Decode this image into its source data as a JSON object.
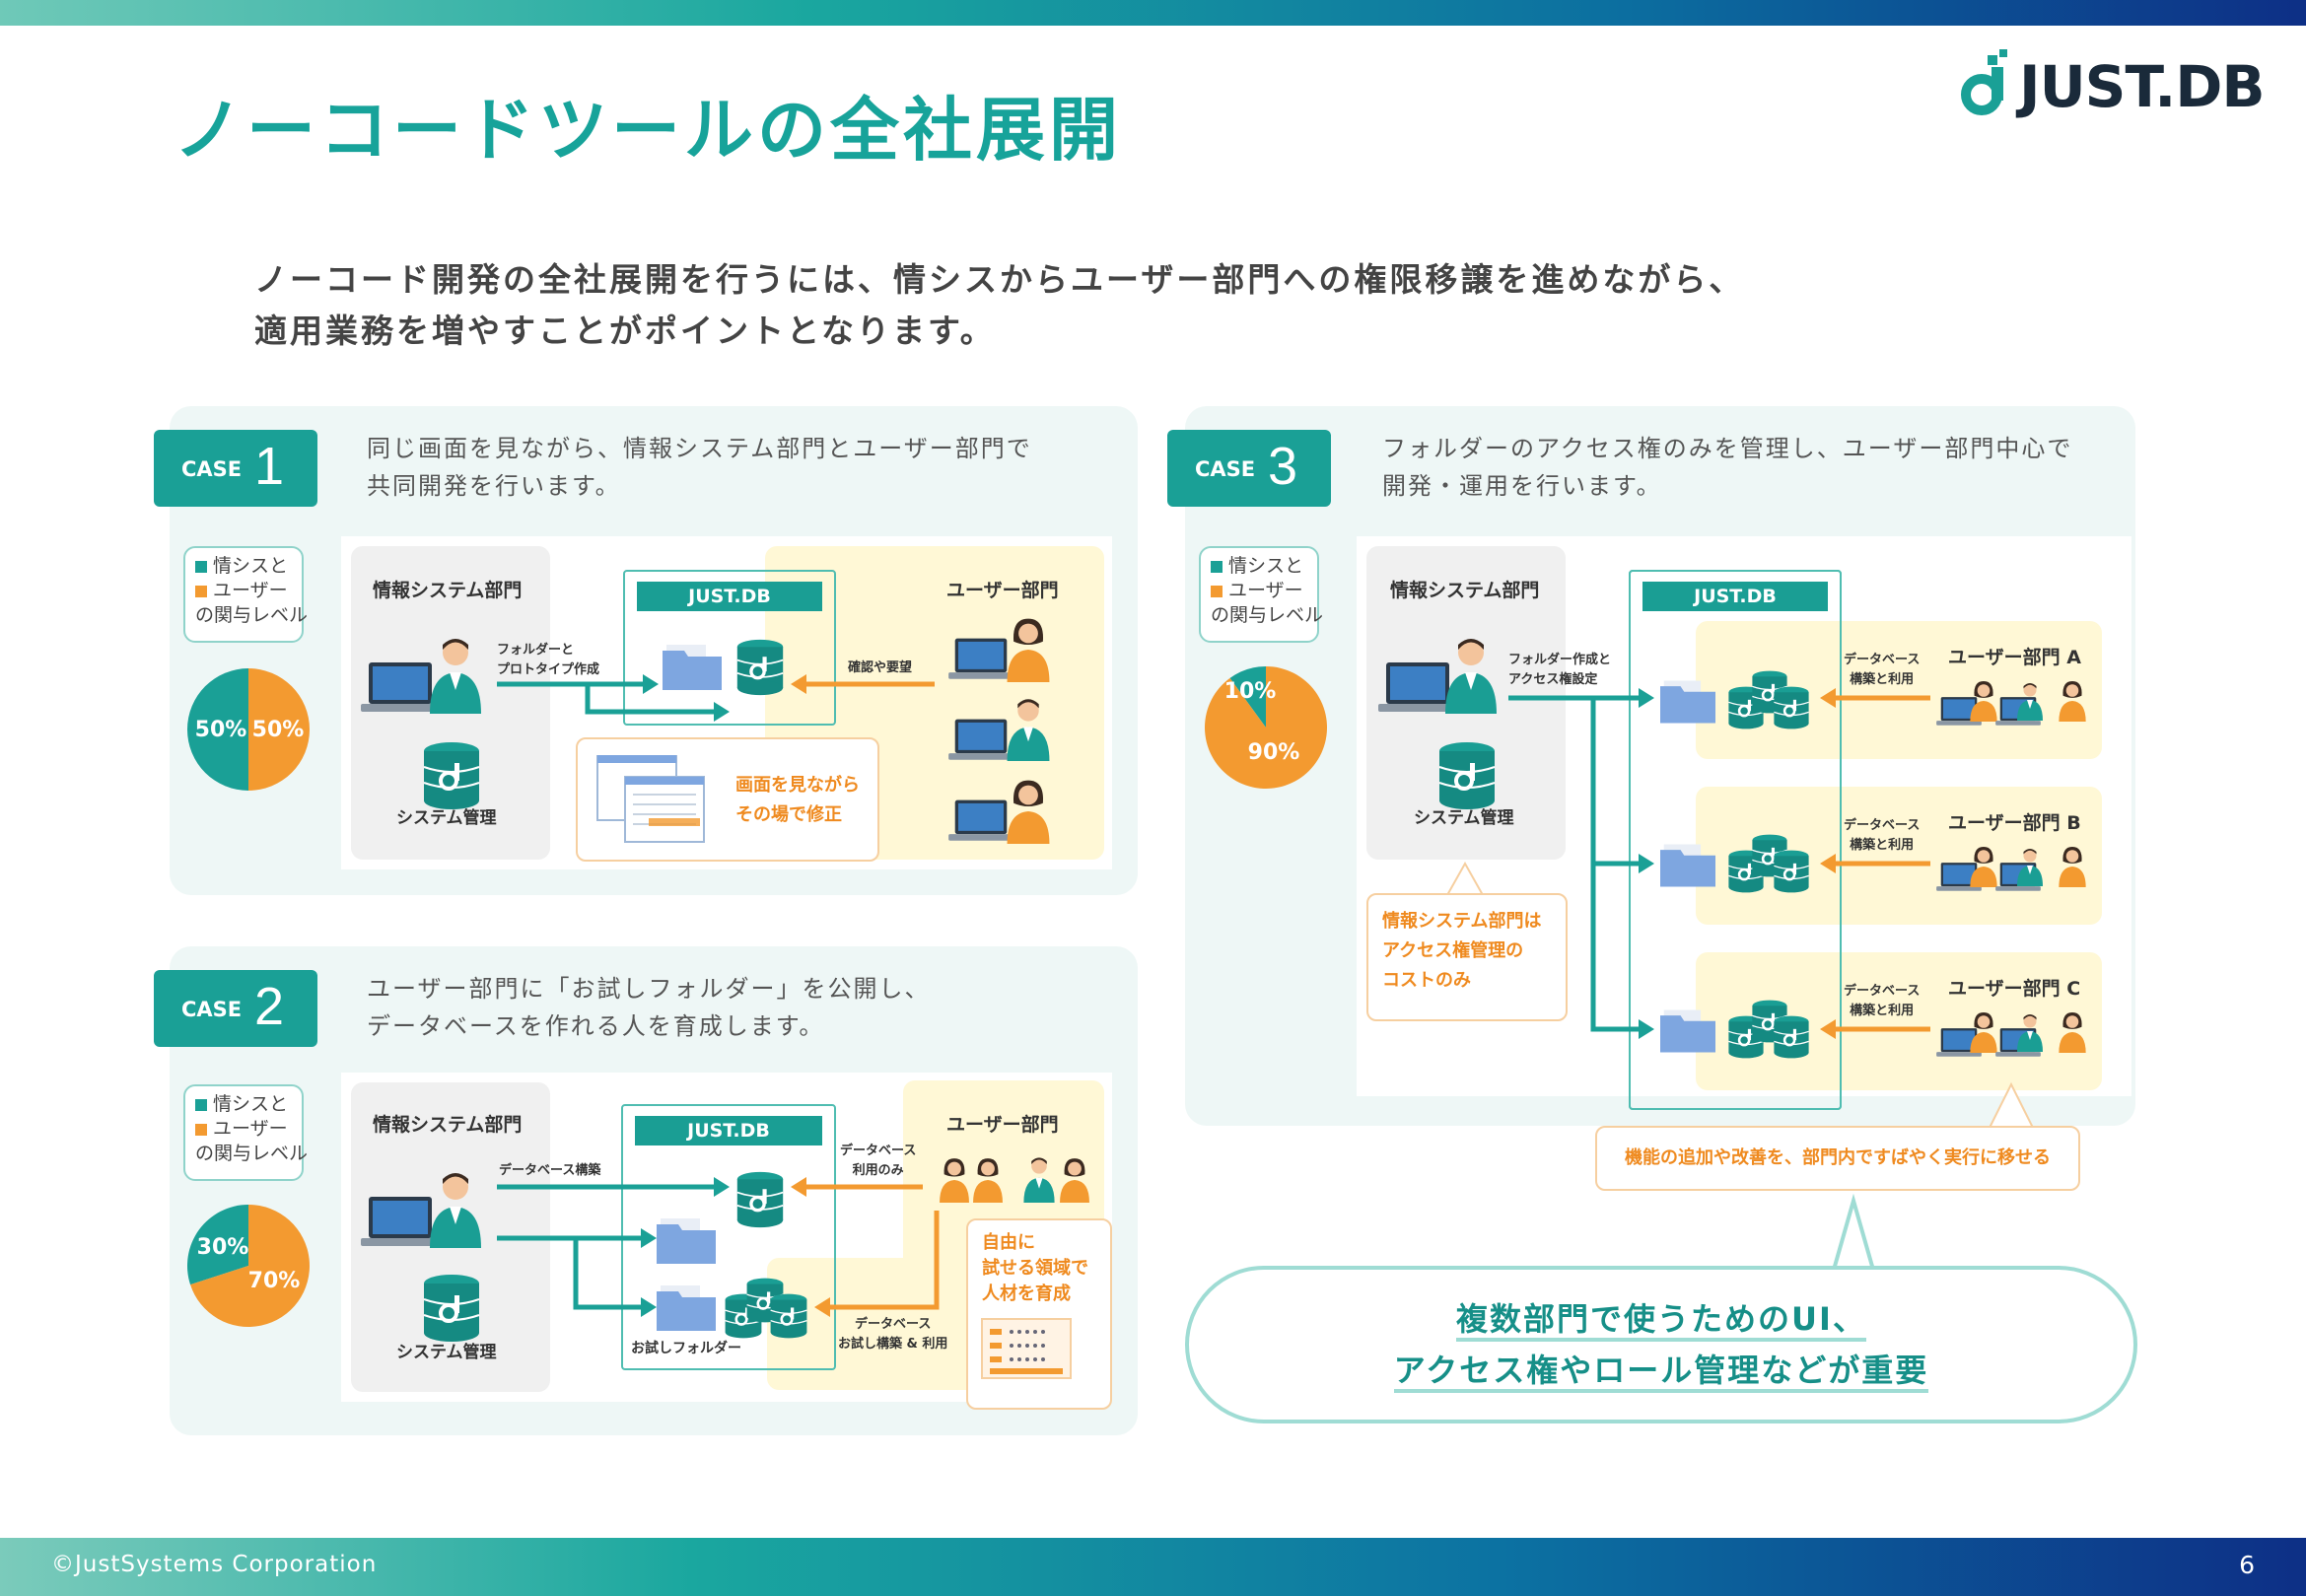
{
  "title": "ノーコードツールの全社展開",
  "logo": {
    "text": "JUST.DB"
  },
  "intro": [
    "ノーコード開発の全社展開を行うには、情シスからユーザー部門への権限移譲を進めながら、",
    "適用業務を増やすことがポイントとなります。"
  ],
  "legend": {
    "line1": "情シスと",
    "line2": "ユーザー",
    "line3": "の関与レベル"
  },
  "colors": {
    "teal": "#1aa096",
    "orange": "#f39a30",
    "light_teal": "#eef7f6",
    "yellow": "#fff8d6"
  },
  "case1": {
    "label": "CASE",
    "num": "1",
    "desc": [
      "同じ画面を見ながら、情報システム部門とユーザー部門で",
      "共同開発を行います。"
    ],
    "pie": {
      "left": "50%",
      "right": "50%",
      "teal_value": 50,
      "orange_value": 50
    },
    "it_dept": "情報システム部門",
    "sys_admin": "システム管理",
    "jdb": "JUST.DB",
    "user_dept": "ユーザー部門",
    "arrow1": [
      "フォルダーと",
      "プロトタイプ作成"
    ],
    "arrow2": "確認や要望",
    "callout": [
      "画面を見ながら",
      "その場で修正"
    ]
  },
  "case2": {
    "label": "CASE",
    "num": "2",
    "desc": [
      "ユーザー部門に「お試しフォルダー」を公開し、",
      "データベースを作れる人を育成します。"
    ],
    "pie": {
      "left": "30%",
      "right": "70%",
      "teal_value": 30,
      "orange_value": 70
    },
    "it_dept": "情報システム部門",
    "sys_admin": "システム管理",
    "jdb": "JUST.DB",
    "user_dept": "ユーザー部門",
    "arrow1": "データベース構築",
    "arrow2": [
      "データベース",
      "利用のみ"
    ],
    "arrow3": [
      "データベース",
      "お試し構築 & 利用"
    ],
    "trial_folder": "お試しフォルダー",
    "callout": [
      "自由に",
      "試せる領域で",
      "人材を育成"
    ]
  },
  "case3": {
    "label": "CASE",
    "num": "3",
    "desc": [
      "フォルダーのアクセス権のみを管理し、ユーザー部門中心で",
      "開発・運用を行います。"
    ],
    "pie": {
      "left": "10%",
      "right": "90%",
      "teal_value": 10,
      "orange_value": 90
    },
    "it_dept": "情報システム部門",
    "sys_admin": "システム管理",
    "jdb": "JUST.DB",
    "arrow1": [
      "フォルダー作成と",
      "アクセス権設定"
    ],
    "user_depts": [
      {
        "name": "ユーザー部門 A",
        "arrow": [
          "データベース",
          "構築と利用"
        ]
      },
      {
        "name": "ユーザー部門 B",
        "arrow": [
          "データベース",
          "構築と利用"
        ]
      },
      {
        "name": "ユーザー部門 C",
        "arrow": [
          "データベース",
          "構築と利用"
        ]
      }
    ],
    "callout_it": [
      "情報システム部門は",
      "アクセス権管理の",
      "コストのみ"
    ],
    "callout_user": "機能の追加や改善を、部門内ですばやく実行に移せる"
  },
  "summary": [
    "複数部門で使うためのUI、",
    "アクセス権やロール管理などが重要"
  ],
  "footer": {
    "copyright": "©JustSystems Corporation",
    "page": "6"
  }
}
